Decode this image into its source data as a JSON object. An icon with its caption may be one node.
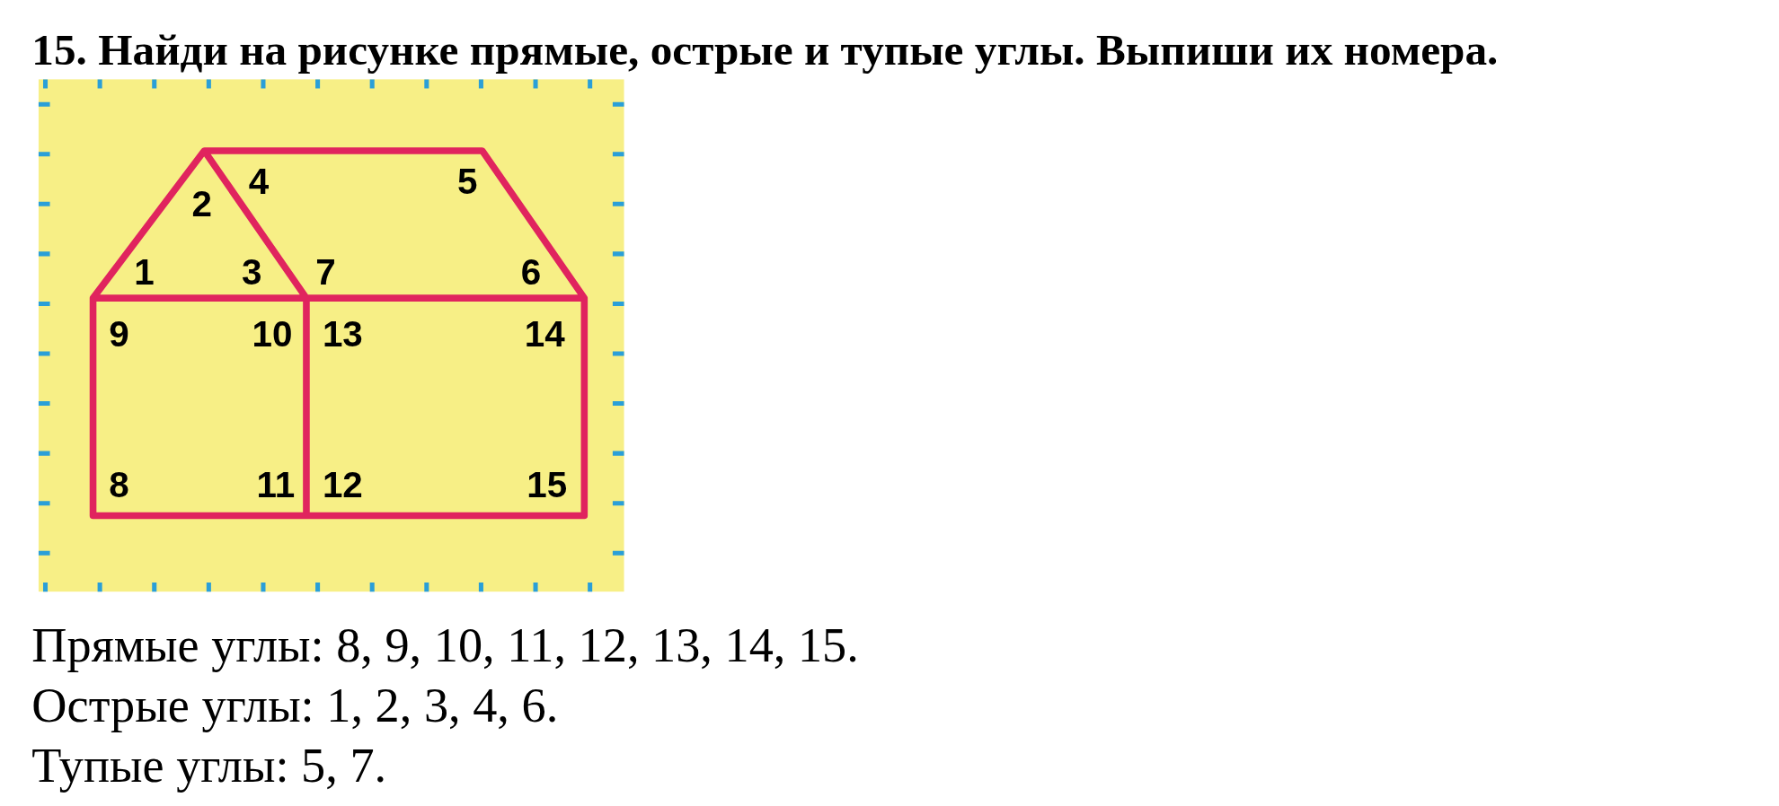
{
  "diagram": {
    "title": "15. Найди на рисунке прямые, острые и тупые углы. Выпиши их номера.",
    "labels": [
      "4",
      "5",
      "2",
      "1",
      "3",
      "7",
      "6",
      "9",
      "10",
      "13",
      "14",
      "8",
      "11",
      "12",
      "15",
      "Прямые углы: 8, 9, 10, 11, 12, 13, 14, 15.",
      "Острые углы: 1, 2, 3, 4, 6.",
      "Тупые углы: 5, 7."
    ]
  }
}
